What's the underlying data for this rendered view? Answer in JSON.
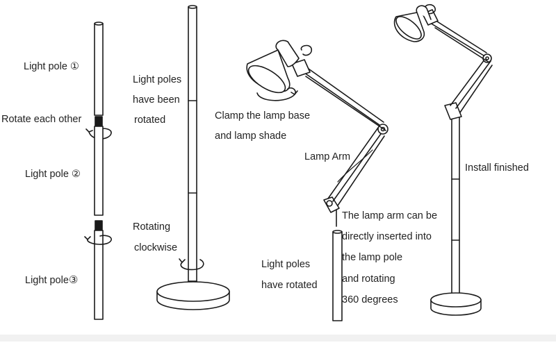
{
  "steps": {
    "step1": {
      "pole1_label": "Light pole ①",
      "rotate_label": "Rotate each other",
      "pole2_label": "Light pole ②",
      "pole3_label": "Light pole",
      "pole3_number": "③"
    },
    "step2": {
      "rotated_line1": "Light poles",
      "rotated_line2": "have been",
      "rotated_line3": "rotated",
      "clockwise_line1": "Rotating",
      "clockwise_line2": "clockwise"
    },
    "step3": {
      "clamp_line1": "Clamp the lamp base",
      "clamp_line2": "and lamp shade",
      "arm_label": "Lamp Arm",
      "insert_line1": "The lamp arm can be",
      "insert_line2": "directly inserted into",
      "insert_line3": "the lamp pole",
      "insert_line4": "and rotating",
      "insert_line5": "360 degrees",
      "poles_rotated_line1": "Light poles",
      "poles_rotated_line2": "have rotated"
    },
    "step4": {
      "finished_label": "Install finished"
    }
  },
  "colors": {
    "line": "#1a1a1a",
    "fill": "#ffffff",
    "background": "#ffffff"
  }
}
